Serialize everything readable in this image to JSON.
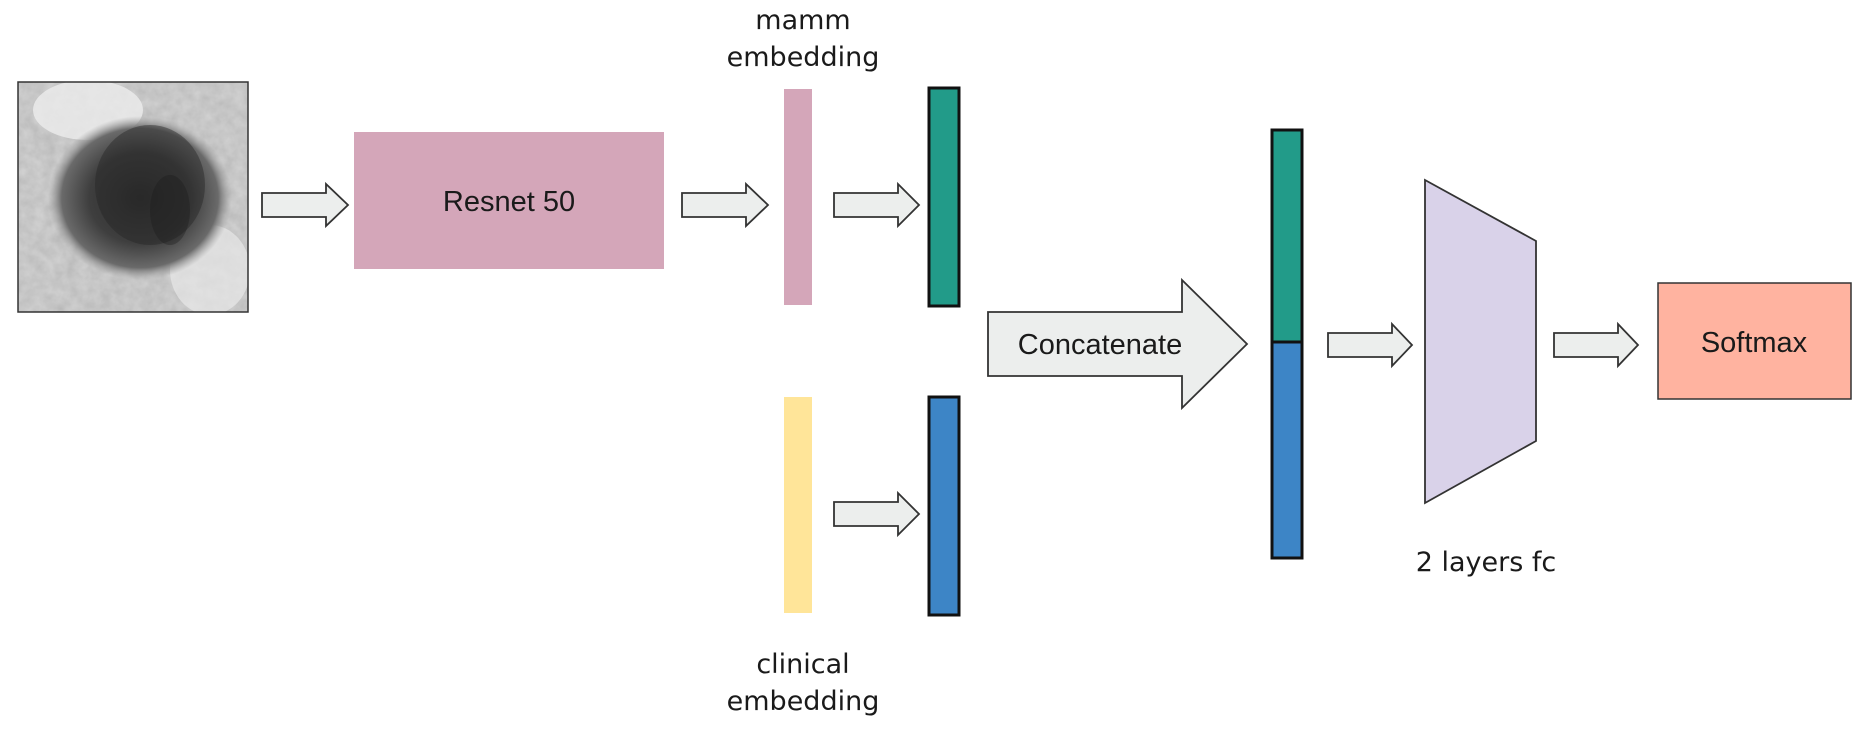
{
  "blocks": {
    "resnet": "Resnet 50",
    "concat": "Concatenate",
    "softmax": "Softmax"
  },
  "labels": {
    "mamm_line1": "mamm",
    "mamm_line2": "embedding",
    "clinical_line1": "clinical",
    "clinical_line2": "embedding",
    "fc": "2 layers fc"
  },
  "colors": {
    "resnet_fill": "#d4a6b9",
    "mamm_embedding_fill": "#d4a6b9",
    "clinical_embedding_fill": "#ffe599",
    "teal_vector": "#229b89",
    "blue_vector": "#3d85c6",
    "fc_fill": "#d9d2e9",
    "softmax_fill": "#ffb3a0",
    "arrow_fill": "#eceeed"
  }
}
